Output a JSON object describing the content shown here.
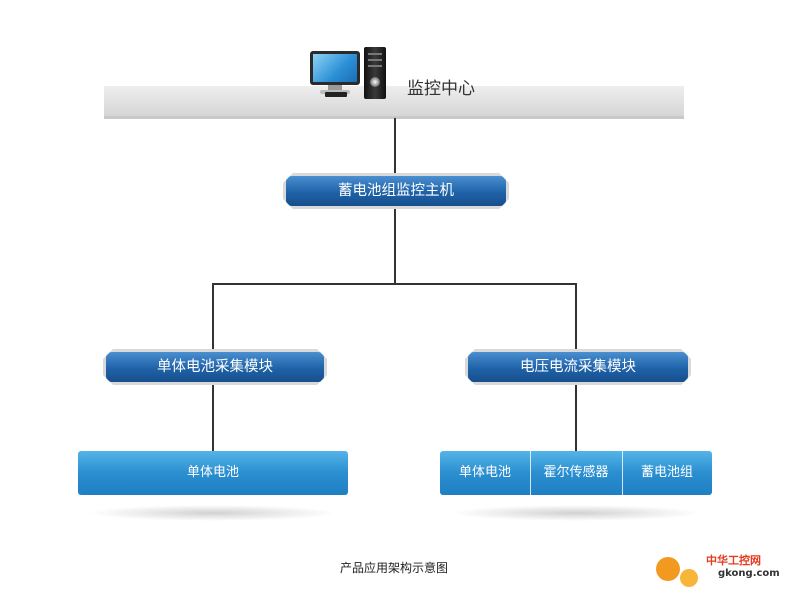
{
  "top": {
    "title": "监控中心"
  },
  "nodes": {
    "main_host": "蓄电池组监控主机",
    "module_left": "单体电池采集模块",
    "module_right": "电压电流采集模块"
  },
  "leaves": {
    "left": "单体电池",
    "right": [
      "单体电池",
      "霍尔传感器",
      "蓄电池组"
    ]
  },
  "caption": "产品应用架构示意图",
  "watermark": {
    "name": "中华工控网",
    "url": "gkong.com"
  },
  "colors": {
    "node_blue": "#1f62a8",
    "leaf_blue": "#2a8ed0",
    "line": "#333333"
  },
  "icons": [
    "desktop-computer-icon",
    "gear-icon"
  ]
}
